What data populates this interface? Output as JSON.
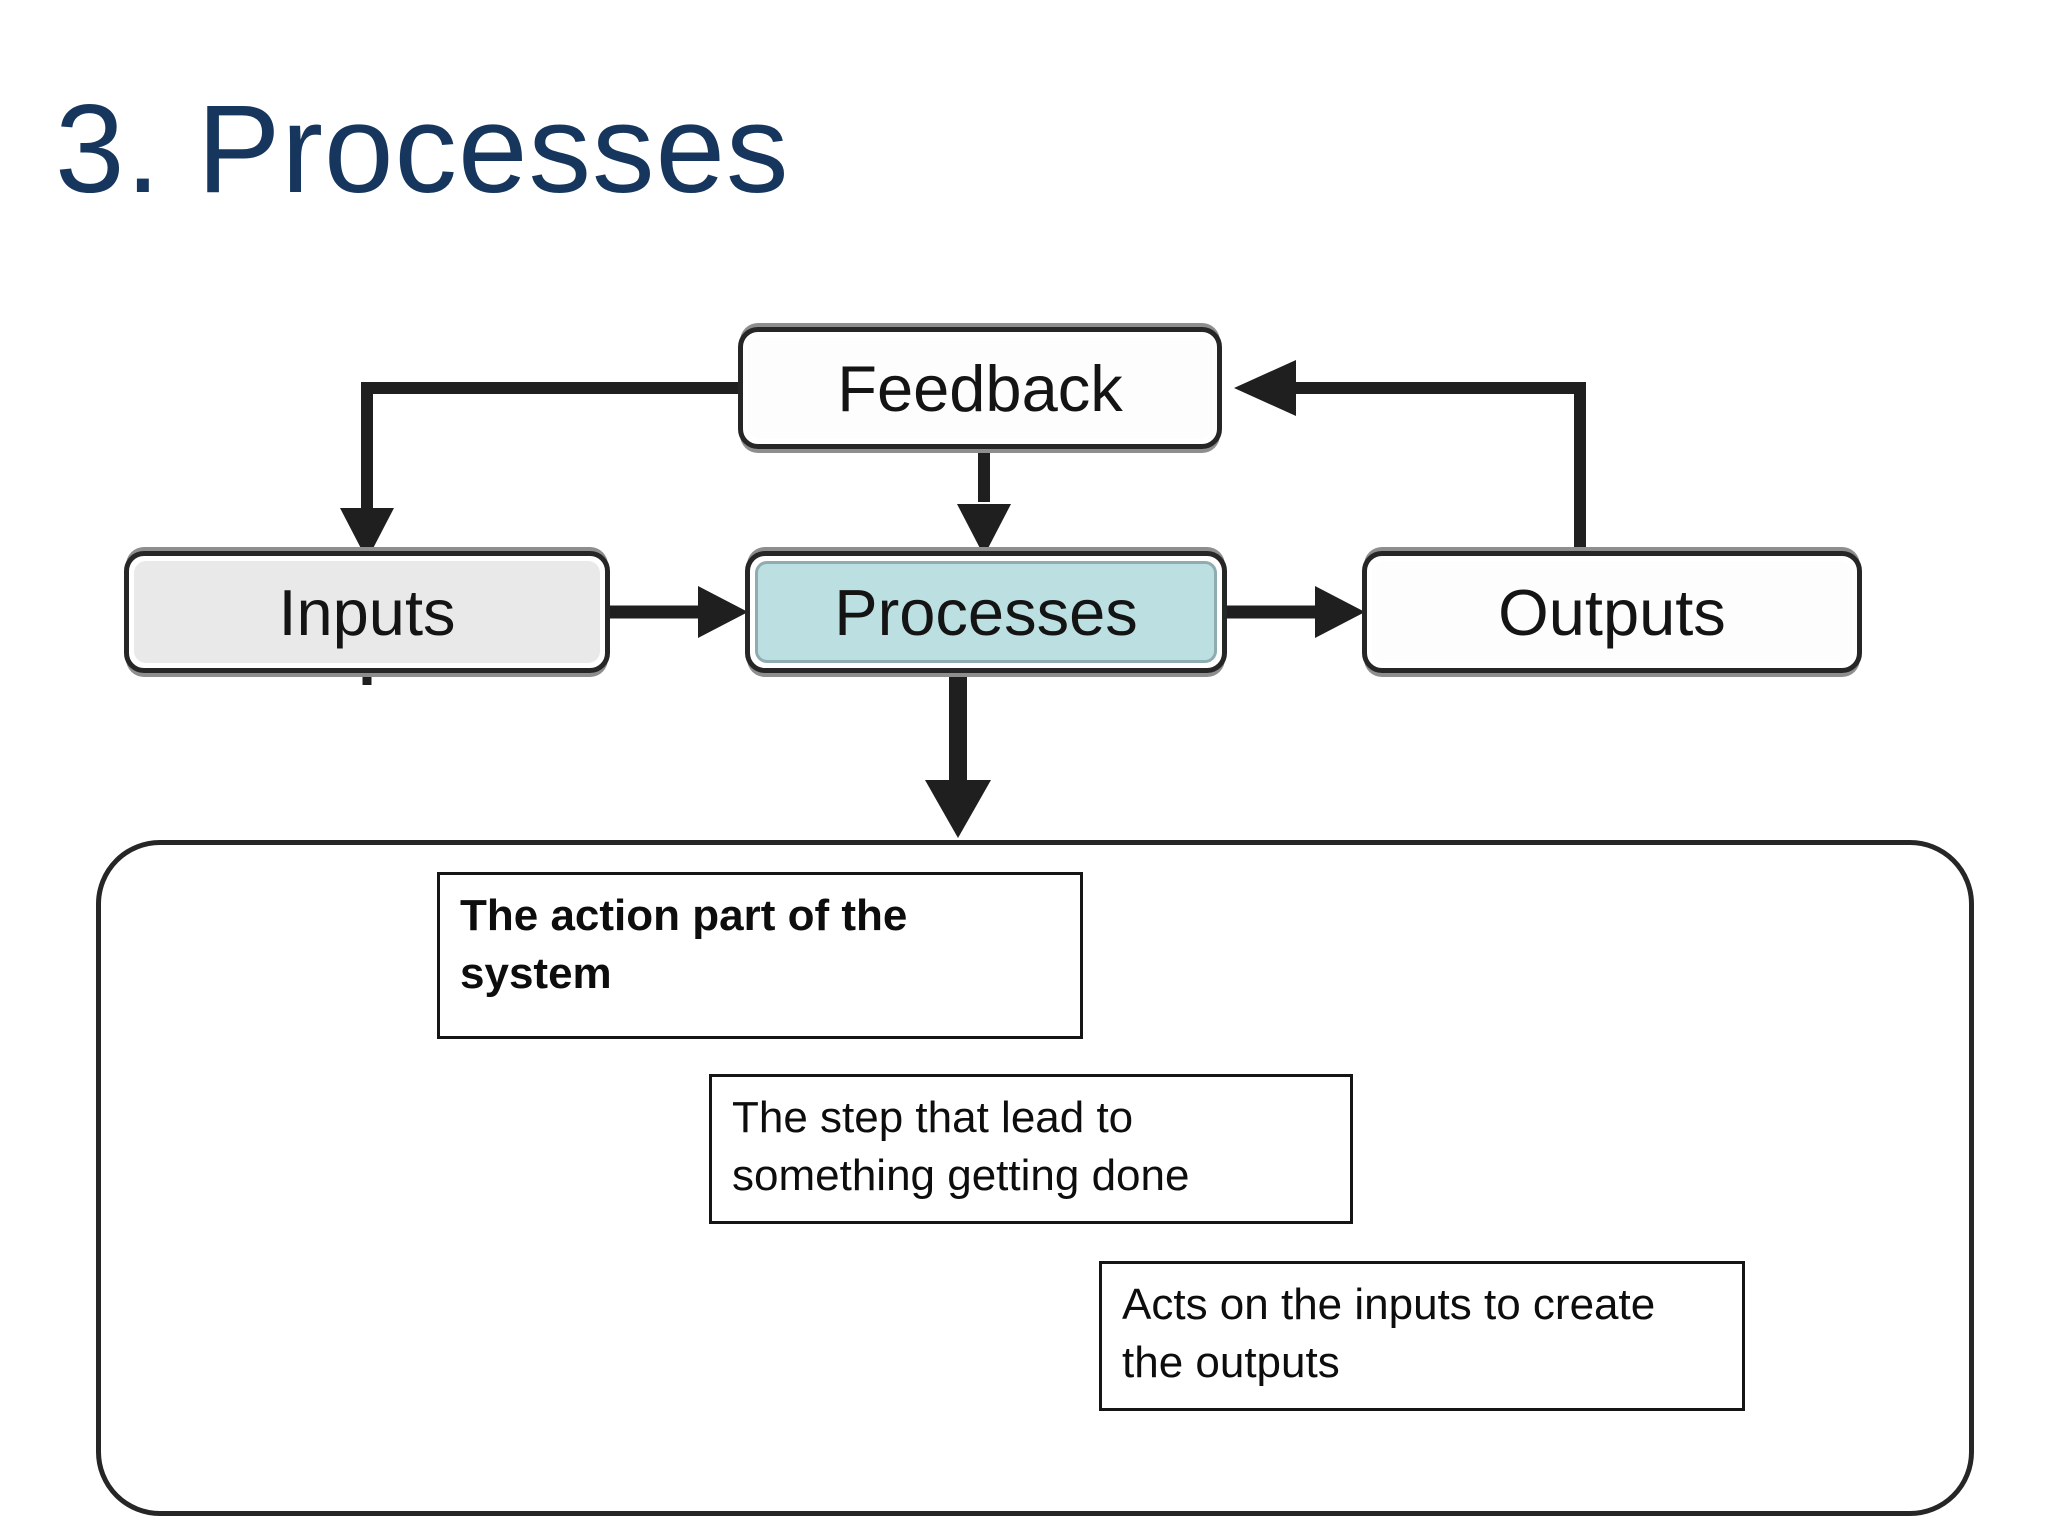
{
  "title": "3. Processes",
  "colors": {
    "title_text": "#17365d",
    "line": "#1f1f1f",
    "node_border": "#262626",
    "node_fill": "#fdfdfd",
    "inputs_fill": "#e9e9ea",
    "processes_fill": "#bcdfe2",
    "processes_border": "#8fadb0",
    "background": "#ffffff"
  },
  "diagram": {
    "feedback": {
      "label": "Feedback"
    },
    "inputs": {
      "label": "Inputs"
    },
    "processes": {
      "label": "Processes"
    },
    "outputs": {
      "label": "Outputs"
    }
  },
  "annotations": {
    "action": {
      "text": "The action part of the system"
    },
    "step": {
      "text": "The step that lead to something getting done"
    },
    "acts": {
      "text": "Acts on the inputs to create the outputs"
    }
  }
}
